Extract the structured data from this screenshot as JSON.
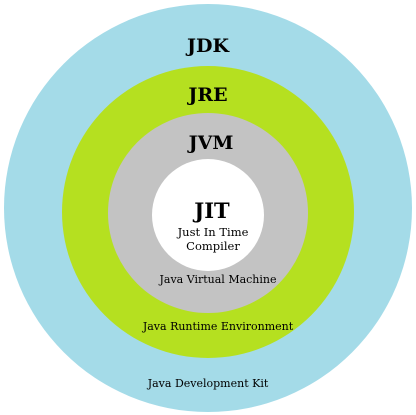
{
  "layers": {
    "jdk": {
      "label": "JDK",
      "description": "Java Development Kit",
      "color": "#a4dbe8"
    },
    "jre": {
      "label": "JRE",
      "description": "Java Runtime Environment",
      "color": "#b5e020"
    },
    "jvm": {
      "label": "JVM",
      "description": "Java Virtual Machine",
      "color": "#c3c3c3"
    },
    "jit": {
      "label": "JIT",
      "description_line1": "Just In Time",
      "description_line2": "Compiler",
      "color": "#ffffff"
    }
  }
}
